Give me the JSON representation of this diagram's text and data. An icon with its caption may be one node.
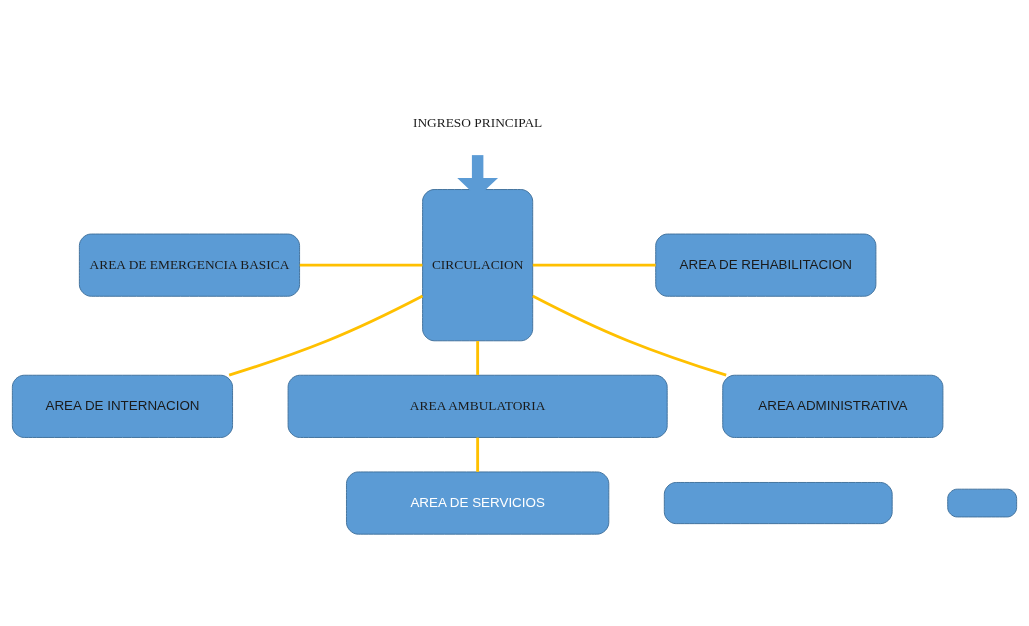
{
  "diagram": {
    "nodes": [
      {
        "text": [
          "INGRESO PRINCIPAL"
        ]
      },
      {
        "text": [
          "AREA DE EMERGENCIA BASICA"
        ]
      },
      {
        "text": [
          "CIRCULACION"
        ]
      },
      {
        "text": [
          "AREA DE REHABILITACION"
        ]
      },
      {
        "text": [
          "AREA DE INTERNACION"
        ]
      },
      {
        "text": [
          "AREA ADMINISTRATIVA"
        ]
      },
      {
        "text": [
          "AREA AMBULATORIA"
        ]
      },
      {
        "text": [
          "AREA DE SERVICIOS"
        ]
      },
      {
        "text": [],
        "shape": "box"
      },
      {
        "text": [],
        "shape": "box"
      }
    ],
    "edges": [
      {
        "from": 0,
        "to": 2,
        "arrow": "to",
        "style": "thick",
        "color": "#5b9bd5"
      },
      {
        "from": 1,
        "to": 2,
        "arrow": "none"
      },
      {
        "from": 2,
        "to": 3,
        "arrow": "none"
      },
      {
        "from": 4,
        "to": 2,
        "arrow": "none"
      },
      {
        "from": 2,
        "to": 5,
        "arrow": "none"
      },
      {
        "from": 2,
        "to": 6,
        "arrow": "none"
      },
      {
        "from": 6,
        "to": 7,
        "arrow": "none"
      }
    ]
  }
}
